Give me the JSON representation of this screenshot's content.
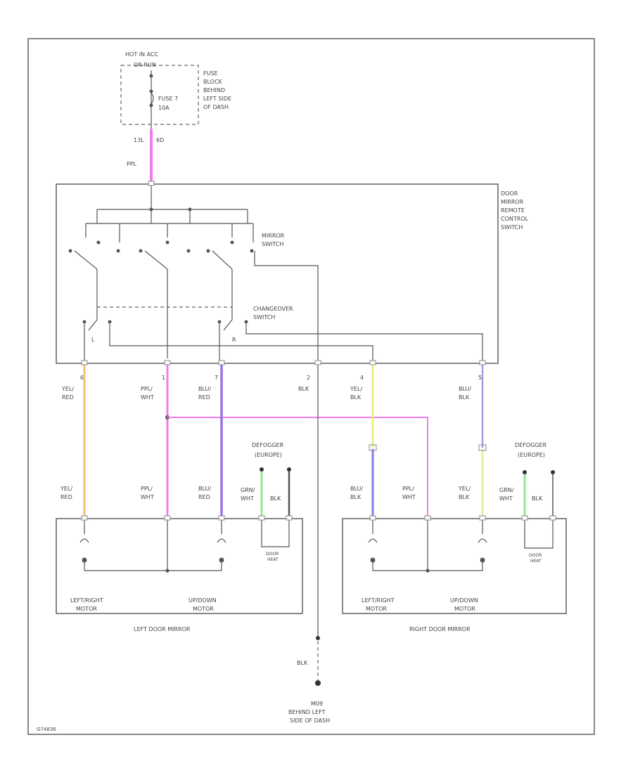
{
  "fuse_block": {
    "source": "HOT IN ACC",
    "source2": "OR RUN",
    "fuse_name": "FUSE 7",
    "fuse_rating": "10A",
    "location": [
      "FUSE",
      "BLOCK",
      "BEHIND",
      "LEFT SIDE",
      "OF DASH"
    ],
    "pin_a": "13L",
    "pin_b": "6D"
  },
  "feed_wire": "PPL",
  "control_switch": {
    "label": [
      "DOOR",
      "MIRROR",
      "REMOTE",
      "CONTROL",
      "SWITCH"
    ],
    "mirror_switch": [
      "MIRROR",
      "SWITCH"
    ],
    "changeover_switch": [
      "CHANGEOVER",
      "SWITCH"
    ],
    "left_marker": "L",
    "right_marker": "R"
  },
  "output_pins": [
    {
      "pin": "6",
      "wire": [
        "YEL/",
        "RED"
      ],
      "color": "#f7c873"
    },
    {
      "pin": "1",
      "wire": [
        "PPL/",
        "WHT"
      ],
      "color": "#f07cf0"
    },
    {
      "pin": "7",
      "wire": [
        "BLU/",
        "RED"
      ],
      "color": "#9b70e0"
    },
    {
      "pin": "2",
      "wire": [
        "BLK"
      ],
      "color": "#555555"
    },
    {
      "pin": "4",
      "wire": [
        "YEL/",
        "BLK"
      ],
      "color": "#f0f080"
    },
    {
      "pin": "5",
      "wire": [
        "BLU/",
        "BLK"
      ],
      "color": "#9e9ee8"
    }
  ],
  "left_mirror": {
    "title": "LEFT DOOR MIRROR",
    "defogger": [
      "DEFOGGER",
      "(EUROPE)"
    ],
    "wires": [
      {
        "label": [
          "YEL/",
          "RED"
        ],
        "color": "#f7c873"
      },
      {
        "label": [
          "PPL/",
          "WHT"
        ],
        "color": "#f07cf0"
      },
      {
        "label": [
          "BLU/",
          "RED"
        ],
        "color": "#9b70e0"
      },
      {
        "label": [
          "GRN/",
          "WHT"
        ],
        "color": "#8fe88f"
      },
      {
        "label": [
          "BLK"
        ],
        "color": "#555555"
      }
    ],
    "motor_lr": [
      "LEFT/RIGHT",
      "MOTOR"
    ],
    "motor_ud": [
      "UP/DOWN",
      "MOTOR"
    ],
    "heater": [
      "DOOR",
      "HEAT"
    ]
  },
  "right_mirror": {
    "title": "RIGHT DOOR MIRROR",
    "defogger": [
      "DEFOGGER",
      "(EUROPE)"
    ],
    "wires": [
      {
        "label": [
          "BLU/",
          "BLK"
        ],
        "color": "#7f7fe8"
      },
      {
        "label": [
          "PPL/",
          "WHT"
        ],
        "color": "#f07cf0"
      },
      {
        "label": [
          "YEL/",
          "BLK"
        ],
        "color": "#f0f080"
      },
      {
        "label": [
          "GRN/",
          "WHT"
        ],
        "color": "#8fe88f"
      },
      {
        "label": [
          "BLK"
        ],
        "color": "#555555"
      }
    ],
    "motor_lr": [
      "LEFT/RIGHT",
      "MOTOR"
    ],
    "motor_ud": [
      "UP/DOWN",
      "MOTOR"
    ],
    "heater": [
      "DOOR",
      "HEAT"
    ]
  },
  "ground": {
    "wire": "BLK",
    "name": "M09",
    "location": [
      "BEHIND LEFT",
      "SIDE OF DASH"
    ]
  },
  "figure_id": "G74836"
}
